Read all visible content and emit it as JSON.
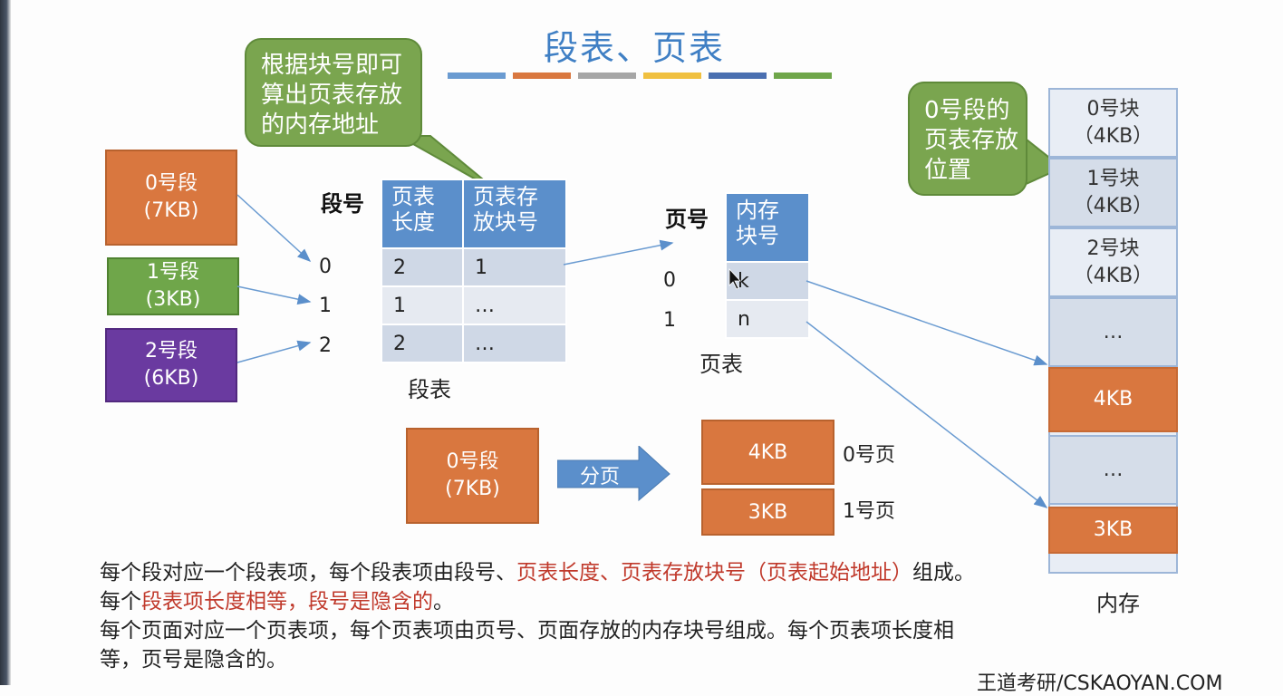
{
  "title": "段表、页表",
  "title_bar_colors": [
    "#6a9bd1",
    "#d9773f",
    "#a6a6a6",
    "#f0c040",
    "#4a6fb0",
    "#6fa64a"
  ],
  "callout_top": "根据块号即可算出页表存放的内存地址",
  "callout_right": "0号段的页表存放位置",
  "segments": [
    {
      "label": "0号段",
      "size": "(7KB)",
      "color": "#d9773f"
    },
    {
      "label": "1号段",
      "size": "(3KB)",
      "color": "#6fa64a"
    },
    {
      "label": "2号段",
      "size": "(6KB)",
      "color": "#6a3aa0"
    }
  ],
  "seg_table": {
    "row_header": "段号",
    "col_headers": [
      "页表长度",
      "页表存放块号"
    ],
    "row_ids": [
      "0",
      "1",
      "2"
    ],
    "rows": [
      [
        "2",
        "1"
      ],
      [
        "1",
        "…"
      ],
      [
        "2",
        "…"
      ]
    ],
    "caption": "段表"
  },
  "page_table": {
    "row_header": "页号",
    "col_header": "内存块号",
    "row_ids": [
      "0",
      "1"
    ],
    "rows": [
      "k",
      "n"
    ],
    "caption": "页表"
  },
  "paging": {
    "segment_label": "0号段",
    "segment_size": "(7KB)",
    "arrow_label": "分页",
    "pages": [
      {
        "size": "4KB",
        "label": "0号页"
      },
      {
        "size": "3KB",
        "label": "1号页"
      }
    ]
  },
  "memory": {
    "blocks": [
      {
        "name": "0号块",
        "size": "（4KB）"
      },
      {
        "name": "1号块",
        "size": "（4KB）"
      },
      {
        "name": "2号块",
        "size": "（4KB）"
      },
      {
        "name": "…",
        "size": ""
      },
      {
        "name": "4KB",
        "size": ""
      },
      {
        "name": "…",
        "size": ""
      },
      {
        "name": "3KB",
        "size": ""
      }
    ],
    "caption": "内存"
  },
  "paragraph1": {
    "a": "每个段对应一个段表项，每个段表项由段号、",
    "b": "页表长度、页表存放块号（页表起始地址）",
    "c": "组成。每个",
    "d": "段表项长度相等，段号是隐含的",
    "e": "。"
  },
  "paragraph2": "每个页面对应一个页表项，每个页表项由页号、页面存放的内存块号组成。每个页表项长度相等，页号是隐含的。",
  "watermark": "王道考研/CSKAOYAN.COM"
}
